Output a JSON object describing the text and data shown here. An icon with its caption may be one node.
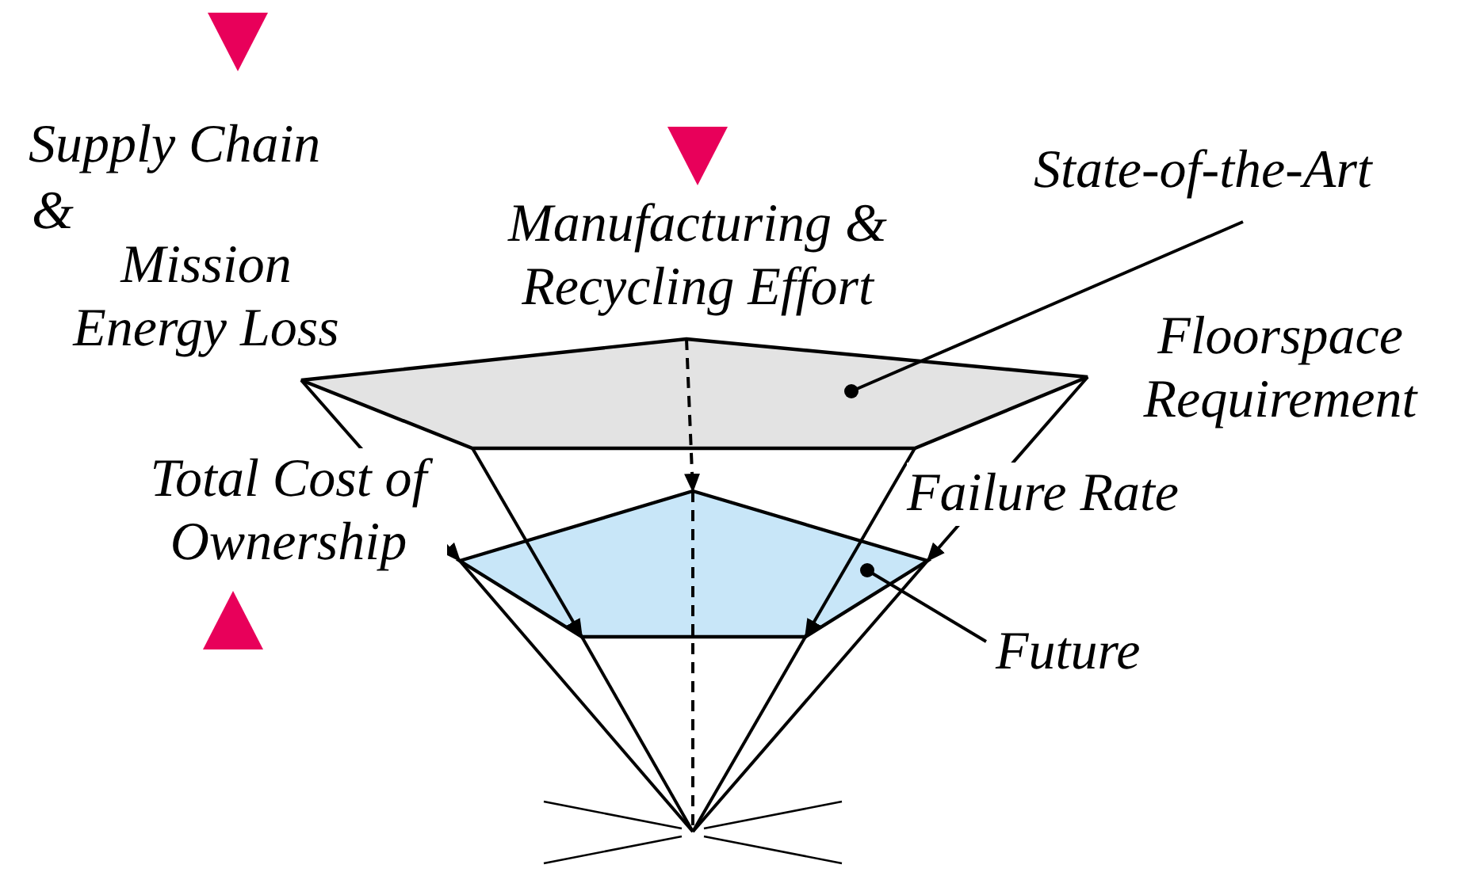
{
  "diagram": {
    "nodes": [
      {
        "text": [
          "State-of-the-Art"
        ]
      },
      {
        "text": [
          "Future"
        ]
      },
      {
        "text": [],
        "shape": "pentagon"
      },
      {
        "text": [],
        "shape": "pentagon"
      }
    ],
    "edges": [
      {
        "from": 0,
        "to": 2,
        "arrow": "other"
      },
      {
        "from": 1,
        "to": 3,
        "arrow": "other"
      },
      {
        "from": 2,
        "to": 3,
        "arrow": "to"
      },
      {
        "from": 2,
        "to": 3,
        "arrow": "to"
      },
      {
        "from": 2,
        "to": 3,
        "arrow": "to",
        "style": "dashed"
      },
      {
        "from": 2,
        "to": 3,
        "arrow": "to"
      },
      {
        "from": 2,
        "to": 3,
        "arrow": "to"
      }
    ],
    "labels": [
      "Supply Chain",
      "&",
      "Mission Energy Loss",
      "Manufacturing & Recycling Effort",
      "Floorspace Requirement",
      "Total Cost of Ownership",
      "Failure Rate"
    ]
  }
}
